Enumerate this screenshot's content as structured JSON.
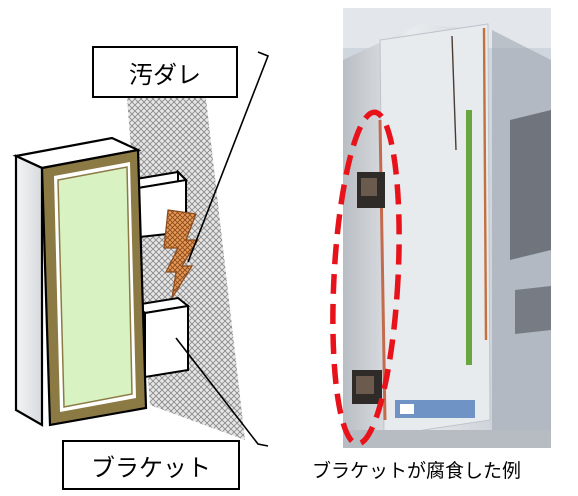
{
  "labels": {
    "stain": "汚ダレ",
    "bracket": "ブラケット",
    "photo_caption": "ブラケットが腐食した例"
  },
  "colors": {
    "sign_face": "#d9f2c2",
    "sign_frame": "#8c7a45",
    "stain_orange": "#c8783a",
    "stain_pattern": "#9a9a9a",
    "highlight_red": "#e8121a",
    "wall_photo": "#dde2e8"
  }
}
